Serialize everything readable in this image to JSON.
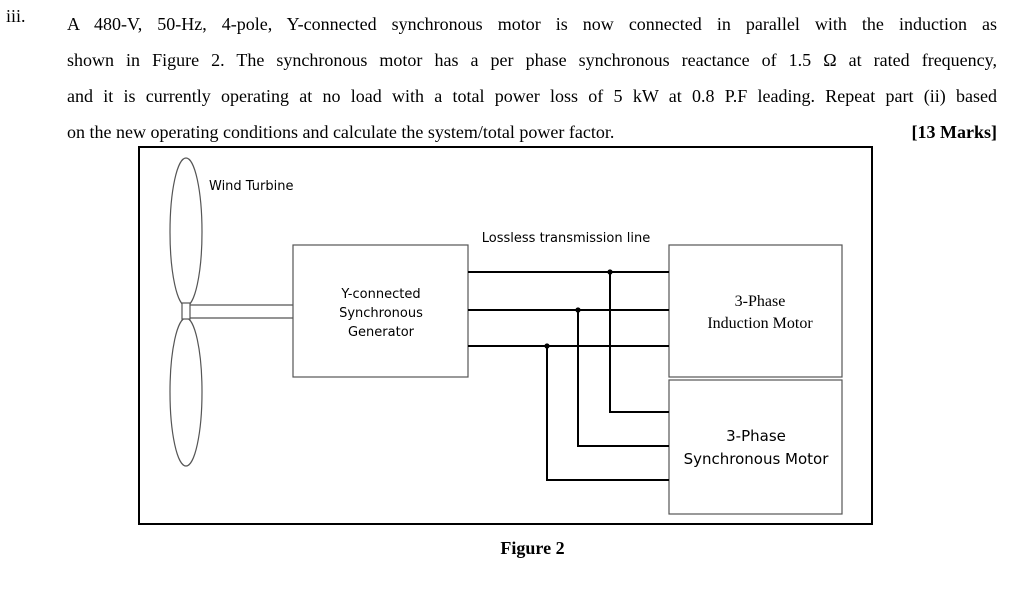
{
  "question": {
    "number": "iii.",
    "lines": [
      "A 480-V, 50-Hz, 4-pole, Y-connected synchronous motor is now connected in parallel with the induction as",
      "shown in Figure 2. The synchronous motor has a per phase synchronous reactance of 1.5 Ω at rated frequency,",
      "and it is currently operating at no load with a total power loss of 5 kW at 0.8 P.F leading. Repeat part (ii) based",
      "on the new operating conditions and calculate the system/total power factor."
    ],
    "marks": "[13 Marks]"
  },
  "figure": {
    "wind_turbine_label": "Wind Turbine",
    "transmission_label": "Lossless transmission line",
    "generator_label": [
      "Y-connected",
      "Synchronous",
      "Generator"
    ],
    "induction_motor_label": [
      "3-Phase",
      "Induction Motor"
    ],
    "synchronous_motor_label": [
      "3-Phase",
      "Synchronous Motor"
    ],
    "caption": "Figure 2"
  }
}
